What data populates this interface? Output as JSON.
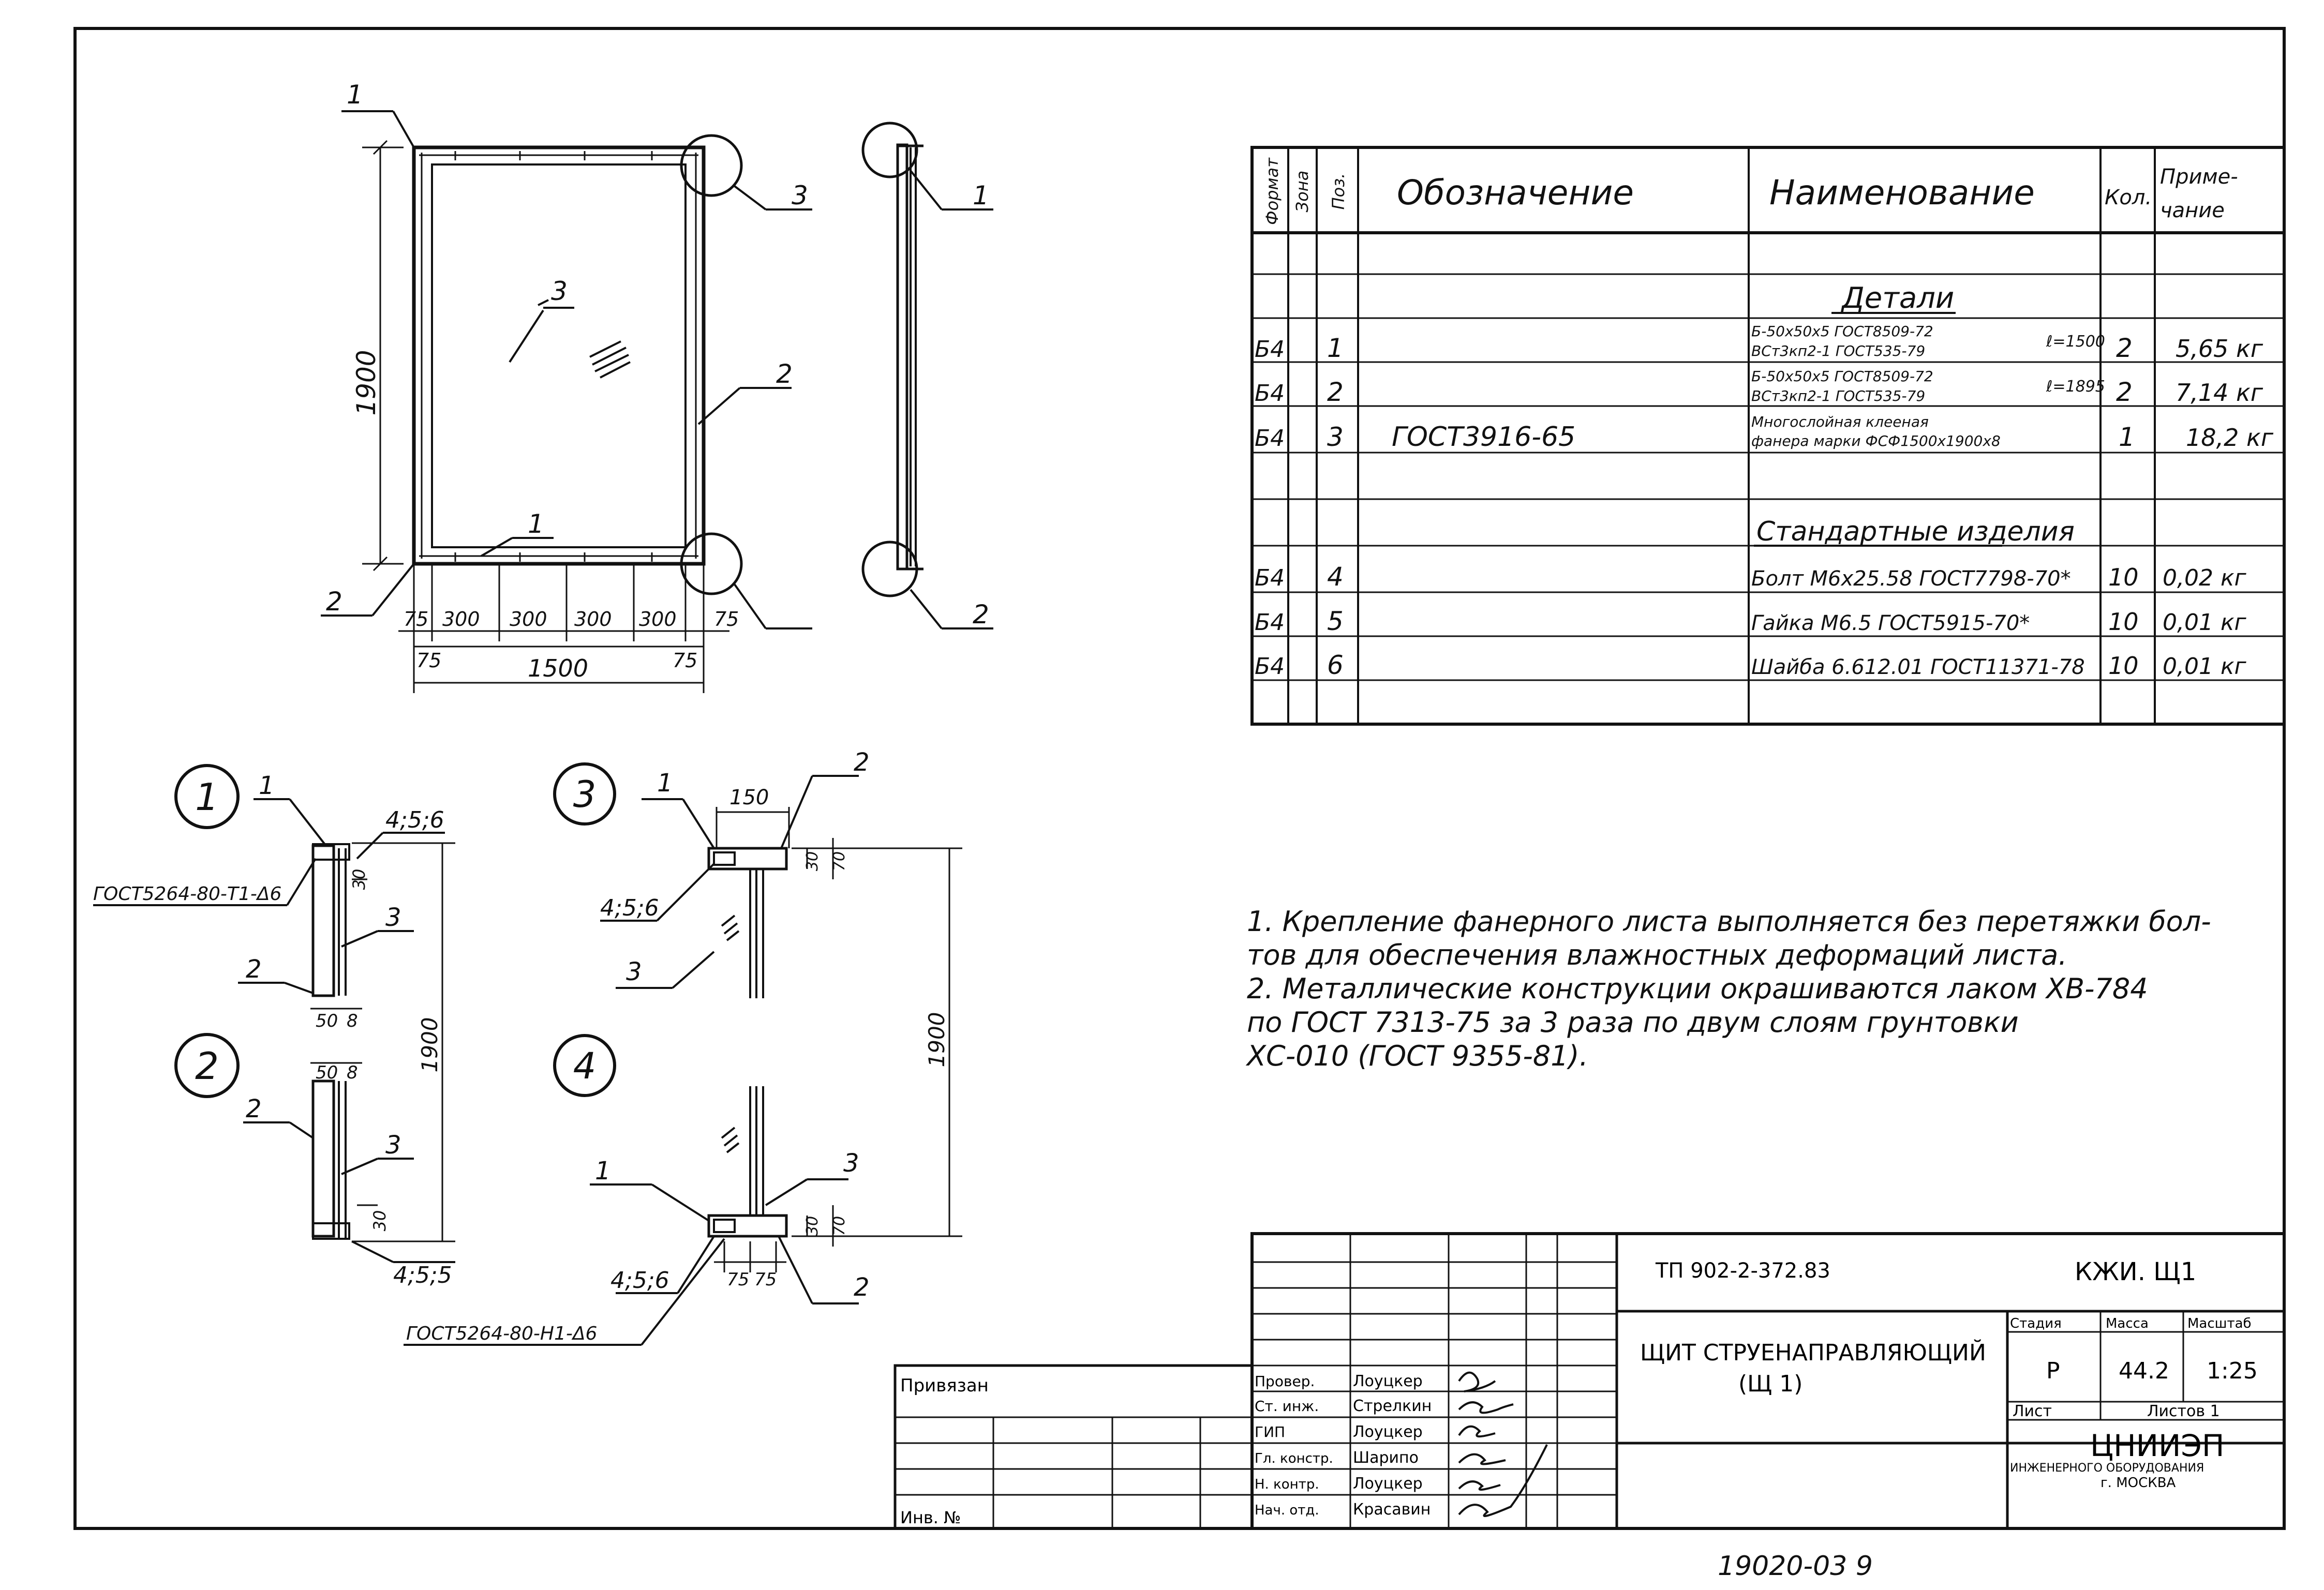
{
  "drawing": {
    "dimensions": {
      "height_front": "1900",
      "segments": [
        "75",
        "300",
        "300",
        "300",
        "300",
        "75"
      ],
      "segments_lower": [
        "75",
        "75"
      ],
      "width_total": "1500",
      "detail_height_1": "1900",
      "detail_height_3": "1900",
      "d1_top": "30",
      "d2_50": "50",
      "d2_8": "8",
      "d2_bottom": "30",
      "d3_150": "150",
      "d3_30": "30",
      "d3_70": "70",
      "d4_30": "30",
      "d4_70": "70",
      "d4_75a": "75",
      "d4_75b": "75"
    },
    "callouts": [
      "1",
      "2",
      "3",
      "4"
    ],
    "labels": {
      "pos_1": "1",
      "pos_2": "2",
      "pos_3": "3",
      "pos_456": "4;5;6",
      "pos_456b": "4;5;5",
      "gost_weld_top": "ГОСТ5264-80-Т1-Δ6",
      "gost_weld_bottom": "ГОСТ5264-80-Н1-Δ6"
    }
  },
  "spec_table": {
    "headers": {
      "format": "Формат",
      "zone": "Зона",
      "pos": "Поз.",
      "designation": "Обозначение",
      "name": "Наименование",
      "qty": "Кол.",
      "note_1": "Приме-",
      "note_2": "чание"
    },
    "section_details": "Детали",
    "section_standard": "Стандартные изделия",
    "rows": [
      {
        "format": "Б4",
        "pos": "1",
        "designation": "",
        "name_1": "Б-50х50х5 ГОСТ8509-72",
        "name_2": "ВСт3кп2-1 ГОСТ535-79",
        "length": "ℓ=1500",
        "qty": "2",
        "note": "5,65 кг"
      },
      {
        "format": "Б4",
        "pos": "2",
        "designation": "",
        "name_1": "Б-50х50х5 ГОСТ8509-72",
        "name_2": "ВСт3кп2-1 ГОСТ535-79",
        "length": "ℓ=1895",
        "qty": "2",
        "note": "7,14 кг"
      },
      {
        "format": "Б4",
        "pos": "3",
        "designation": "ГОСТ3916-65",
        "name_1": "Многослойная клееная",
        "name_2": "фанера марки ФСФ1500х1900х8",
        "length": "",
        "qty": "1",
        "note": "18,2 кг"
      }
    ],
    "std_rows": [
      {
        "format": "Б4",
        "pos": "4",
        "name": "Болт М6х25.58 ГОСТ7798-70*",
        "qty": "10",
        "note": "0,02 кг"
      },
      {
        "format": "Б4",
        "pos": "5",
        "name": "Гайка М6.5 ГОСТ5915-70*",
        "qty": "10",
        "note": "0,01 кг"
      },
      {
        "format": "Б4",
        "pos": "6",
        "name": "Шайба 6.612.01 ГОСТ11371-78",
        "qty": "10",
        "note": "0,01 кг"
      }
    ]
  },
  "notes": [
    "1. Крепление фанерного листа выполняется без перетяжки бол-",
    "тов для обеспечения влажностных деформаций листа.",
    "2. Металлические конструкции окрашиваются лаком ХВ-784",
    "по ГОСТ 7313-75 за 3 раза по двум слоям грунтовки",
    "ХС-010 (ГОСТ 9355-81)."
  ],
  "title_block": {
    "doc_code": "ТП 902-2-372.83",
    "sheet_code": "КЖИ. Щ1",
    "title_1": "ЩИТ СТРУЕНАПРАВЛЯЮЩИЙ",
    "title_2": "(Щ 1)",
    "stage_label": "Стадия",
    "mass_label": "Масса",
    "scale_label": "Масштаб",
    "stage": "Р",
    "mass": "44.2",
    "scale": "1:25",
    "sheet_label": "Лист",
    "sheets_label": "Листов 1",
    "org_1": "ЦНИИЭП",
    "org_2": "ИНЖЕНЕРНОГО ОБОРУДОВАНИЯ",
    "org_3": "г. МОСКВА",
    "privyazan": "Привязан",
    "inv": "Инв. №",
    "roles": [
      {
        "role": "Провер.",
        "name": "Лоуцкер"
      },
      {
        "role": "Ст. инж.",
        "name": "Стрелкин"
      },
      {
        "role": "ГИП",
        "name": "Лоуцкер"
      },
      {
        "role": "Гл. констр.",
        "name": "Шарипо"
      },
      {
        "role": "Н. контр.",
        "name": "Лоуцкер"
      },
      {
        "role": "Нач. отд.",
        "name": "Красавин"
      }
    ]
  },
  "footer_code": "19020-03 9"
}
